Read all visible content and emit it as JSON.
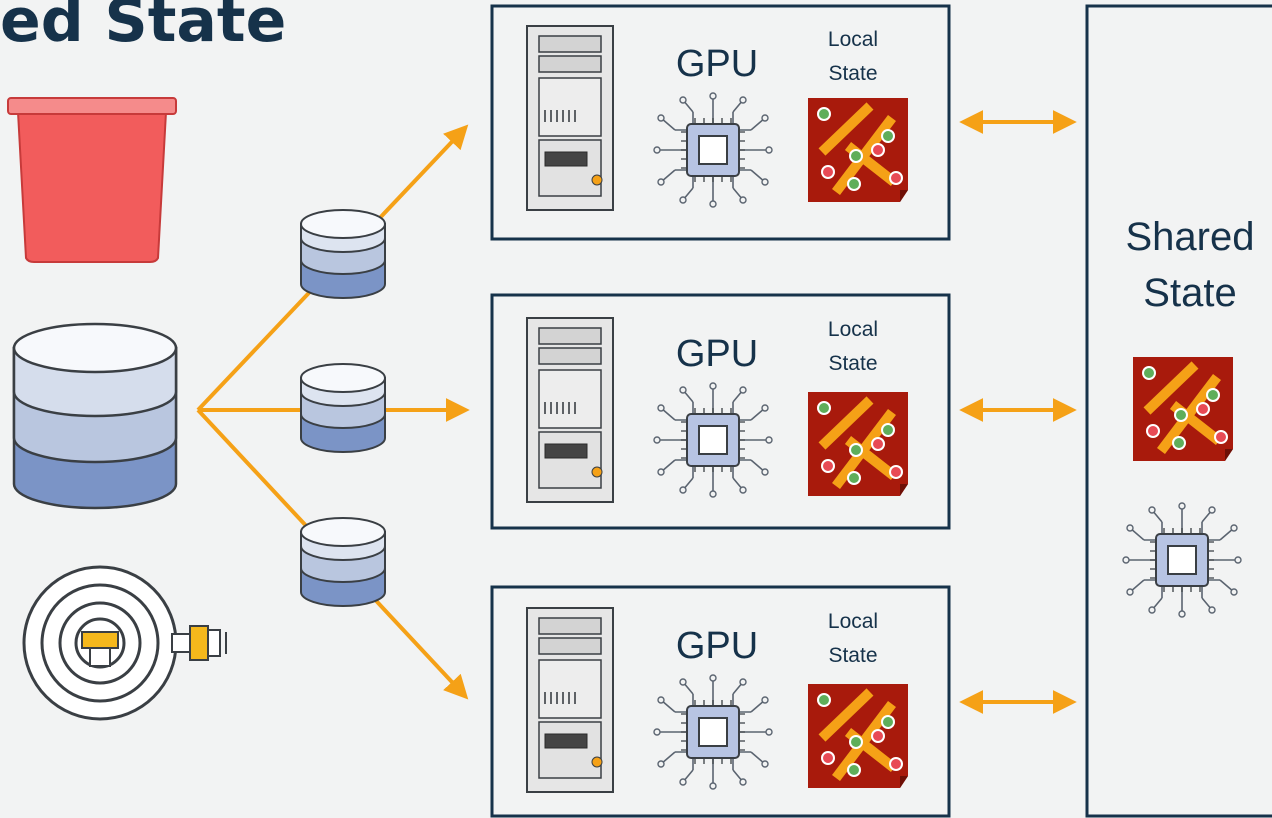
{
  "title": "ed State",
  "nodes": [
    {
      "gpu_label": "GPU",
      "local_state_line1": "Local",
      "local_state_line2": "State"
    },
    {
      "gpu_label": "GPU",
      "local_state_line1": "Local",
      "local_state_line2": "State"
    },
    {
      "gpu_label": "GPU",
      "local_state_line1": "Local",
      "local_state_line2": "State"
    }
  ],
  "shared_state": {
    "line1": "Shared",
    "line2": "State"
  },
  "colors": {
    "accent_arrow": "#f5a117",
    "box_border": "#16324a",
    "bucket": "#f25c5c",
    "db_top": "#e9eef6",
    "db_mid": "#b9c6df",
    "db_bottom": "#7b94c6",
    "state_tile": "#a81a0c",
    "chip": "#b7c4e3"
  },
  "icons": {
    "source_bucket": "bucket-icon",
    "source_database": "database-icon",
    "source_stream": "stream-icon",
    "shard": "database-icon",
    "server": "server-icon",
    "gpu_chip": "chip-icon",
    "state": "state-tile-icon"
  }
}
